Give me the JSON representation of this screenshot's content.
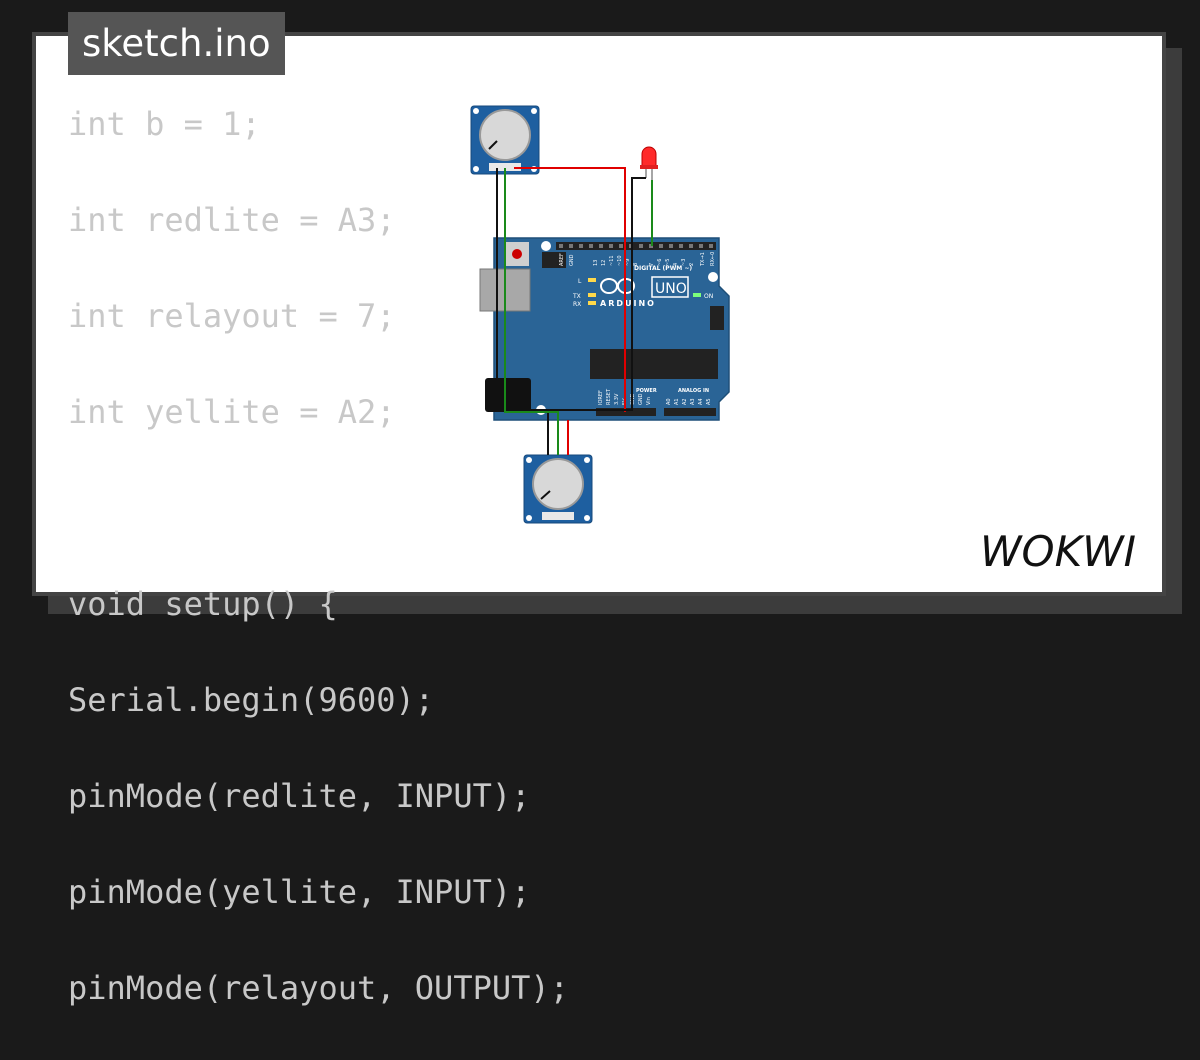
{
  "header": {
    "filename": "sketch.ino"
  },
  "code": {
    "lines": [
      "int b = 1;",
      "int redlite = A3;",
      "int relayout = 7;",
      "int yellite = A2;",
      "",
      "void setup() {",
      "Serial.begin(9600);",
      "pinMode(redlite, INPUT);",
      "pinMode(yellite, INPUT);",
      "pinMode(relayout, OUTPUT);"
    ]
  },
  "board": {
    "logo_text": "ARDUINO",
    "model": "UNO",
    "digital_label": "DIGITAL (PWM ~)",
    "power_label": "POWER",
    "analog_label": "ANALOG IN",
    "on_label": "ON",
    "l_label": "L",
    "tx_label": "TX",
    "rx_label": "RX",
    "top_pins": [
      "AREF",
      "GND",
      "13",
      "12",
      "~11",
      "~10",
      "~9",
      "8",
      "7",
      "~6",
      "~5",
      "4",
      "~3",
      "2",
      "TX→1",
      "RX←0"
    ],
    "power_pins": [
      "IOREF",
      "RESET",
      "3.3V",
      "5V",
      "GND",
      "GND",
      "Vin"
    ],
    "analog_pins": [
      "A0",
      "A1",
      "A2",
      "A3",
      "A4",
      "A5"
    ]
  },
  "brand": {
    "name": "WOKWI"
  },
  "colors": {
    "board": "#2a6496",
    "wire_red": "#e00000",
    "wire_green": "#1a8a1a",
    "wire_black": "#111111",
    "led": "#ff2a2a"
  }
}
